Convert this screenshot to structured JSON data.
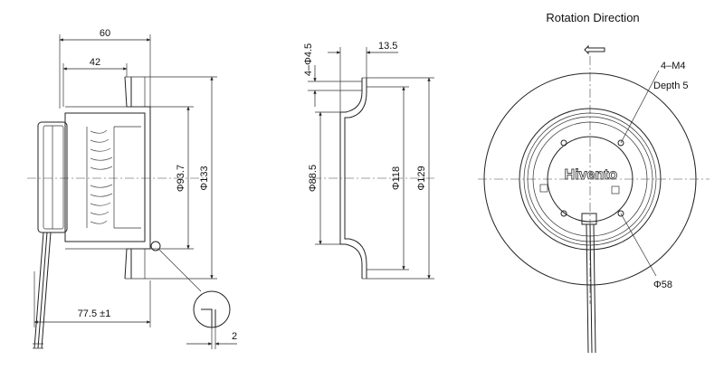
{
  "side_view": {
    "width_label": "60",
    "depth_label": "42",
    "diameter_inner_label": "Φ93.7",
    "diameter_outer_label": "Φ133",
    "cable_length_label": "77.5 ±1",
    "detail_gap_label": "2"
  },
  "section_view": {
    "holes_label": "4–Φ4.5",
    "height_label": "13.5",
    "bore_label": "Φ88.5",
    "ring_label": "Φ118",
    "outer_label": "Φ129"
  },
  "front_view": {
    "title": "Rotation  Direction",
    "screw_label": "4–M4",
    "screw_depth_label": "Depth 5",
    "hub_label": "Φ58",
    "logo_text": "Hivento"
  }
}
